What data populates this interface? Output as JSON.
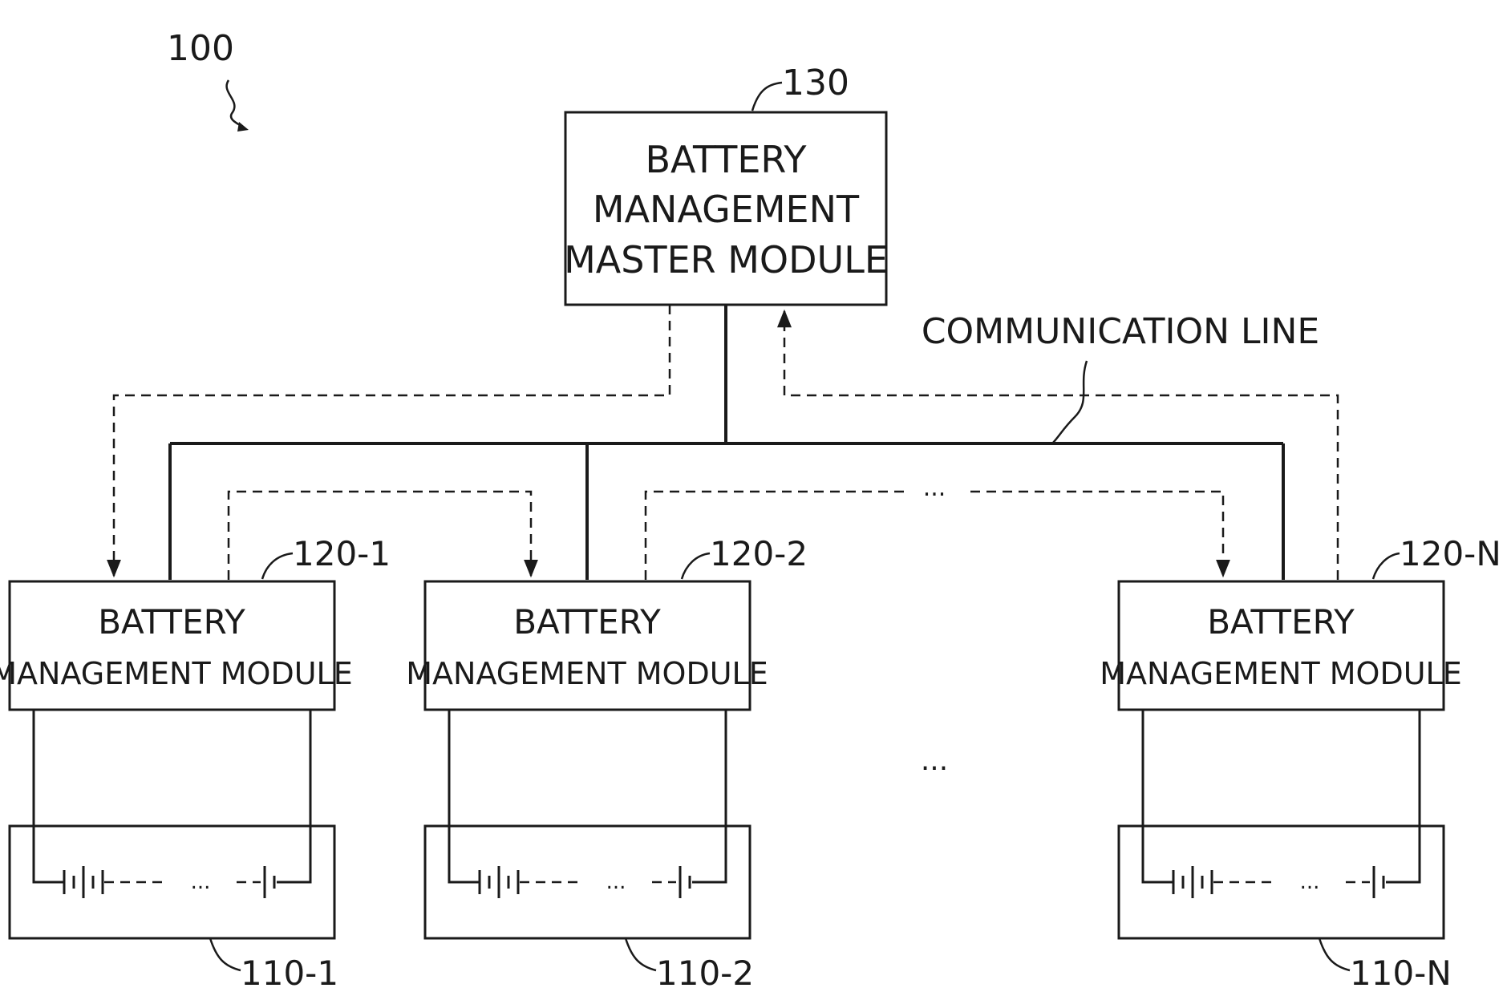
{
  "figure": {
    "ref_system": "100",
    "master": {
      "ref": "130",
      "lines": [
        "BATTERY",
        "MANAGEMENT",
        "MASTER MODULE"
      ]
    },
    "comm_line_label": "COMMUNICATION LINE",
    "ellipsis": "...",
    "modules": [
      {
        "ref": "120-1",
        "lines": [
          "BATTERY",
          "MANAGEMENT MODULE"
        ]
      },
      {
        "ref": "120-2",
        "lines": [
          "BATTERY",
          "MANAGEMENT MODULE"
        ]
      },
      {
        "ref": "120-N",
        "lines": [
          "BATTERY",
          "MANAGEMENT MODULE"
        ]
      }
    ],
    "packs": [
      {
        "ref": "110-1"
      },
      {
        "ref": "110-2"
      },
      {
        "ref": "110-N"
      }
    ]
  }
}
